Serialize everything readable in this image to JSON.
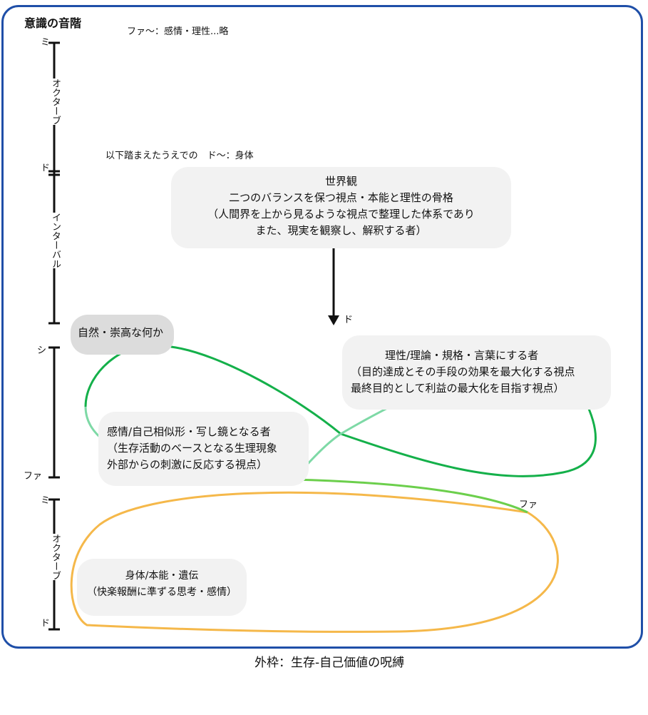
{
  "title": "意識の音階",
  "notes": {
    "top": "ファ〜：感情・理性...略",
    "middle": "以下踏まえたうえでの　ド〜：身体"
  },
  "boxes": {
    "world": [
      "世界観",
      "二つのバランスを保つ視点・本能と理性の骨格",
      "（人間界を上から見るような視点で整理した体系であり",
      "また、現実を観察し、解釈する者）"
    ],
    "nature": [
      "自然・崇高な何か"
    ],
    "reason": [
      "理性/理論・規格・言葉にする者",
      "（目的達成とその手段の効果を最大化する視点",
      "最終目的として利益の最大化を目指す視点）"
    ],
    "feeling": [
      "感情/自己相似形・写し鏡となる者",
      "（生存活動のベースとなる生理現象",
      "外部からの刺激に反応する視点）"
    ],
    "body": [
      "身体/本能・遺伝",
      "（快楽報酬に準ずる思考・感情）"
    ]
  },
  "scale": {
    "mi_top": "ミ",
    "octave_top": "オクターブ",
    "do_mid": "ド",
    "interval": "インターバル",
    "si": "シ",
    "fa": "ファ",
    "mi_bottom": "ミ",
    "octave_bottom": "オクターブ",
    "do_bottom": "ド"
  },
  "arrow_label": "ド",
  "fa_label": "ファ",
  "caption": "外枠：生存-自己価値の呪縛",
  "colors": {
    "frame": "#1f4fa8",
    "green_dark": "#14b04a",
    "green_light": "#7ed9a6",
    "green_mid": "#6ccf4c",
    "orange": "#f5b84a"
  }
}
